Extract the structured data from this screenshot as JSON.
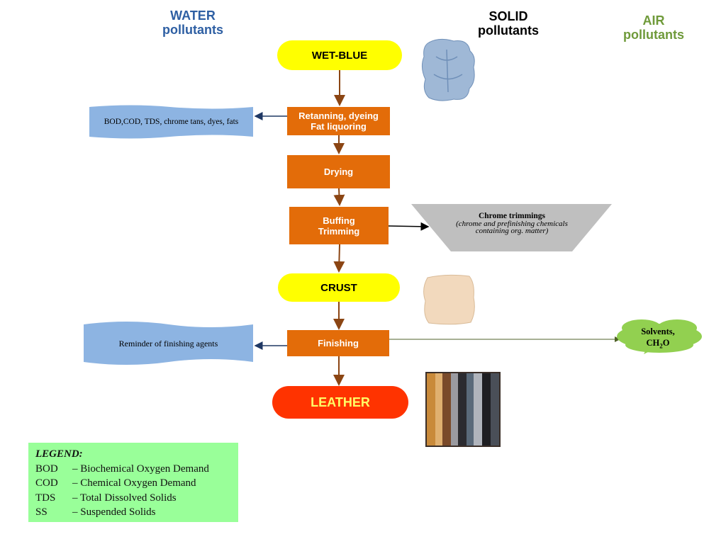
{
  "headers": {
    "water": [
      "WATER",
      "pollutants"
    ],
    "solid": [
      "SOLID",
      "pollutants"
    ],
    "air": [
      "AIR",
      "pollutants"
    ]
  },
  "colors": {
    "water": "#2e5fa3",
    "solid": "#000000",
    "air": "#6f9a3a",
    "process": "#e36c09",
    "oval_yellow": "#ffff00",
    "oval_leather": "#ff3300",
    "leather_text": "#ffff66",
    "wave": "#8db4e2",
    "trapezoid": "#bfbfbf",
    "cloud": "#92d050",
    "legend_bg": "#99ff99",
    "arrow": "#8b4513"
  },
  "flow": {
    "wet_blue": "WET-BLUE",
    "retanning": [
      "Retanning, dyeing",
      "Fat liquoring"
    ],
    "drying": "Drying",
    "buffing": [
      "Buffing",
      "Trimming"
    ],
    "crust": "CRUST",
    "finishing": "Finishing",
    "leather": "LEATHER"
  },
  "water_outputs": {
    "retanning": "BOD,COD, TDS, chrome tans, dyes, fats",
    "finishing": "Reminder of finishing agents"
  },
  "solid_output": {
    "title": "Chrome trimmings",
    "detail": "(chrome and prefinishing chemicals containing org. matter)"
  },
  "air_output": {
    "line1": "Solvents,",
    "formula_prefix": "CH",
    "formula_sub": "2",
    "formula_suffix": "O"
  },
  "legend": {
    "title": "LEGEND:",
    "items": [
      {
        "abbr": "BOD",
        "text": "– Biochemical Oxygen Demand"
      },
      {
        "abbr": "COD",
        "text": "– Chemical Oxygen Demand"
      },
      {
        "abbr": "TDS",
        "text": "– Total Dissolved Solids"
      },
      {
        "abbr": "SS",
        "text": "– Suspended Solids"
      }
    ]
  }
}
